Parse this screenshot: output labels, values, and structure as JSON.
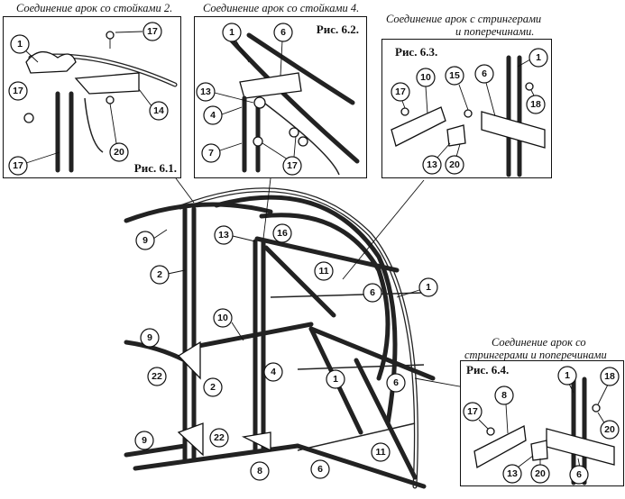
{
  "captions": {
    "fig61": "Соединение арок со стойками 2.",
    "fig62": "Соединение арок со стойками 4.",
    "fig63_line1": "Соединение арок с стрингерами",
    "fig63_line2": "и поперечинами.",
    "fig64_line1": "Соединение арок со",
    "fig64_line2": "стрингерами и поперечинами"
  },
  "figures": {
    "fig61": "Рис. 6.1.",
    "fig62": "Рис. 6.2.",
    "fig63": "Рис. 6.3.",
    "fig64": "Рис. 6.4."
  },
  "callouts": {
    "fig61": [
      "1",
      "17",
      "17",
      "14",
      "20",
      "17"
    ],
    "fig62": [
      "1",
      "6",
      "13",
      "4",
      "7",
      "17"
    ],
    "fig63": [
      "10",
      "15",
      "6",
      "1",
      "17",
      "18",
      "13",
      "20"
    ],
    "fig64": [
      "8",
      "1",
      "18",
      "17",
      "20",
      "13",
      "20",
      "6"
    ],
    "main": [
      "9",
      "2",
      "13",
      "16",
      "11",
      "6",
      "1",
      "10",
      "9",
      "22",
      "4",
      "1",
      "6",
      "2",
      "9",
      "22",
      "11",
      "8",
      "6"
    ]
  }
}
